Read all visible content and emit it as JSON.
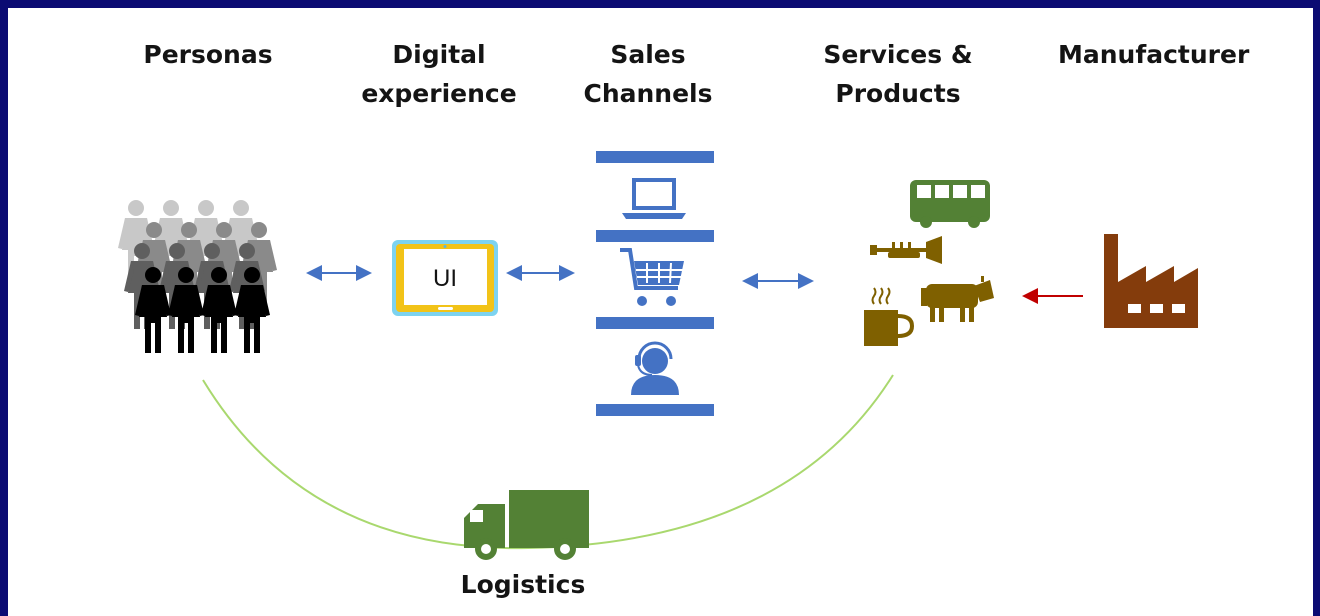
{
  "columns": [
    {
      "id": "personas",
      "lines": [
        "Personas"
      ]
    },
    {
      "id": "digital-experience",
      "lines": [
        "Digital",
        "experience"
      ]
    },
    {
      "id": "sales-channels",
      "lines": [
        "Sales",
        "Channels"
      ]
    },
    {
      "id": "services-products",
      "lines": [
        "Services &",
        "Products"
      ]
    },
    {
      "id": "manufacturer",
      "lines": [
        "Manufacturer"
      ]
    }
  ],
  "ui_tablet_label": "UI",
  "logistics_label": "Logistics",
  "colors": {
    "frame": "#0b0b73",
    "channel_blue": "#4472c4",
    "arrow_blue": "#4472c4",
    "arrow_red": "#c00000",
    "tablet_yellow": "#f2c318",
    "tablet_cyan": "#7dd3f0",
    "green": "#538135",
    "brown": "#7f6000",
    "factory": "#843c0c",
    "arc": "#a9d86e"
  },
  "icons": {
    "personas": "people-group-icon",
    "digital": "tablet-icon",
    "channels": [
      "laptop-icon",
      "shopping-cart-icon",
      "call-center-agent-icon"
    ],
    "products": [
      "bus-icon",
      "trumpet-icon",
      "coffee-mug-icon",
      "cow-icon"
    ],
    "manufacturer": "factory-icon",
    "logistics": "delivery-truck-icon"
  }
}
